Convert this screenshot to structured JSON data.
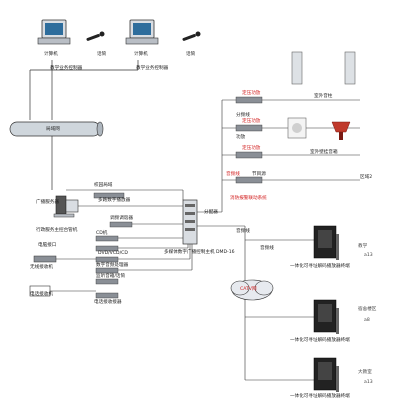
{
  "top": {
    "pc1_label": "计算机",
    "mic1_label": "话筒",
    "controller1_label": "教学业务控制器",
    "pc2_label": "计算机",
    "mic2_label": "话筒",
    "controller2_label": "教学业务控制器",
    "network_label": "局域网"
  },
  "left": {
    "broadcast_line": "校园局域",
    "digital_player": "多路数字播放器",
    "server_label": "广播服务器",
    "service_station": "行政服务主控台管机",
    "fm_tuner": "调频调谐器",
    "cd_player": "CD机",
    "pc_link": "电脑接口",
    "wireless_receiver": "无线接收机",
    "dvd_box": "DVD/VCD/CD",
    "digital_mixer": "数字音频处理器",
    "monitor_amp": "监听音箱/话筒",
    "telephone": "电话接收机",
    "phone_interface": "电话接收接器"
  },
  "center": {
    "switch_label": "分配器",
    "rack_label": "多媒体数字广播控制主机 DMD-16"
  },
  "right": {
    "zone1_amp": "定压功放",
    "zone1_label": "室外音柱",
    "zone2_amp": "定压功放",
    "zone2_label": "室外壁挂音箱",
    "zone3_amp": "定压功放",
    "zone3_label": "区域2",
    "amp_a": "分频线",
    "amp_b": "功放",
    "amp_c": "节目源",
    "amp_d": "音频线",
    "fire_alarm": "消防报警联动系统",
    "cable1": "音频线",
    "cable2": "音频线",
    "catv": "CATV网",
    "terminal1_title": "教学",
    "terminal1_code": "a13",
    "terminal1_desc": "一体化可寻址解码播放器终端",
    "terminal2_title": "宿舍楼区",
    "terminal2_code": "a8",
    "terminal2_desc": "一体化可寻址解码播放器终端",
    "terminal3_title": "大教室",
    "terminal3_code": "a13",
    "terminal3_desc": "一体化可寻址解码播放器终端"
  },
  "colors": {
    "line": "#333333",
    "label_red": "#d21f1f",
    "pipe_fill": "#cfd6dc",
    "device_fill": "#8a8f96",
    "cloud_fill": "#e7eaef"
  }
}
